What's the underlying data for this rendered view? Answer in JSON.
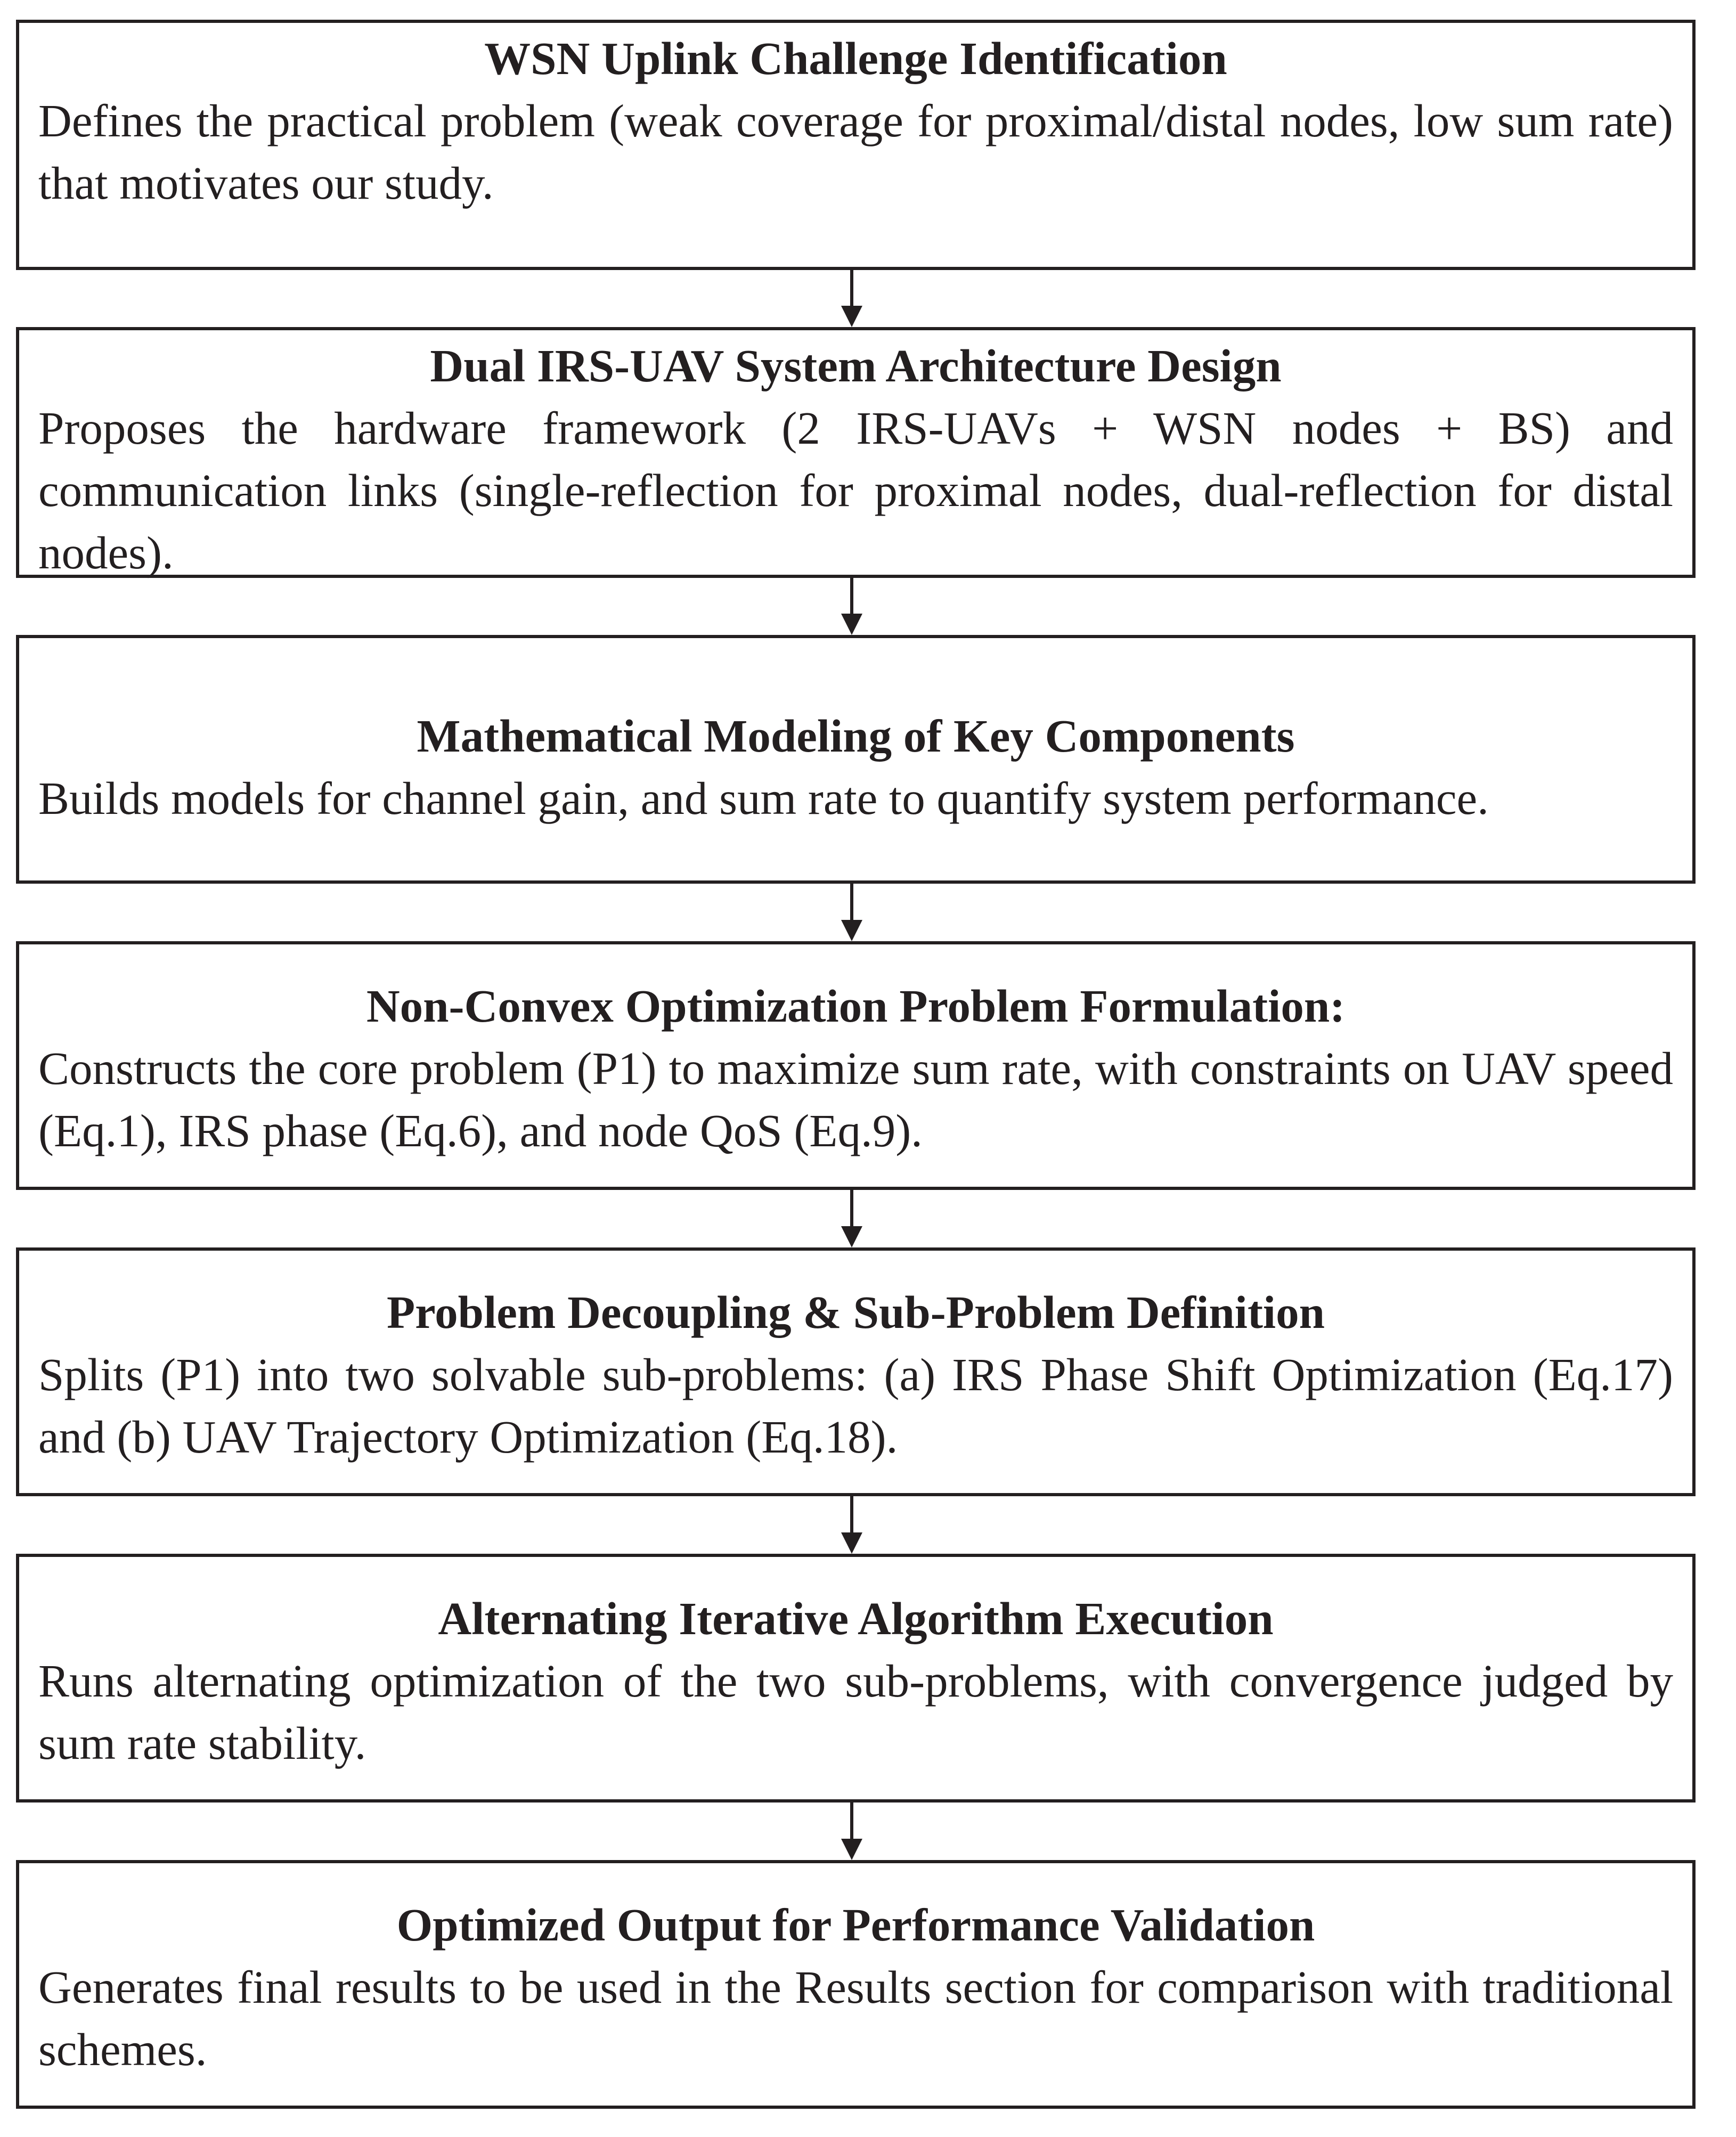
{
  "steps": [
    {
      "title": "WSN Uplink Challenge Identification",
      "body": "Defines the practical problem (weak coverage for proximal/distal nodes, low sum rate) that motivates our study."
    },
    {
      "title": "Dual IRS-UAV System Architecture Design",
      "body": "Proposes the hardware framework (2 IRS-UAVs + WSN nodes + BS) and communication links (single-reflection for proximal nodes, dual-reflection for distal nodes)."
    },
    {
      "title": "Mathematical Modeling of Key Components",
      "body": "Builds models for channel gain, and sum rate to quantify system performance."
    },
    {
      "title": "Non-Convex Optimization Problem Formulation:",
      "body": "Constructs the core problem (P1) to maximize sum rate, with constraints on UAV speed (Eq.1), IRS phase (Eq.6), and node QoS (Eq.9)."
    },
    {
      "title": "Problem Decoupling & Sub-Problem Definition",
      "body": "Splits (P1) into two solvable sub-problems: (a) IRS Phase Shift Optimization (Eq.17) and (b) UAV Trajectory Optimization (Eq.18)."
    },
    {
      "title": "Alternating Iterative Algorithm Execution",
      "body": "Runs alternating optimization of the two sub-problems, with convergence judged by sum rate stability."
    },
    {
      "title": "Optimized Output for Performance Validation",
      "body": "Generates final results to be used in the Results section for comparison with traditional schemes."
    }
  ]
}
